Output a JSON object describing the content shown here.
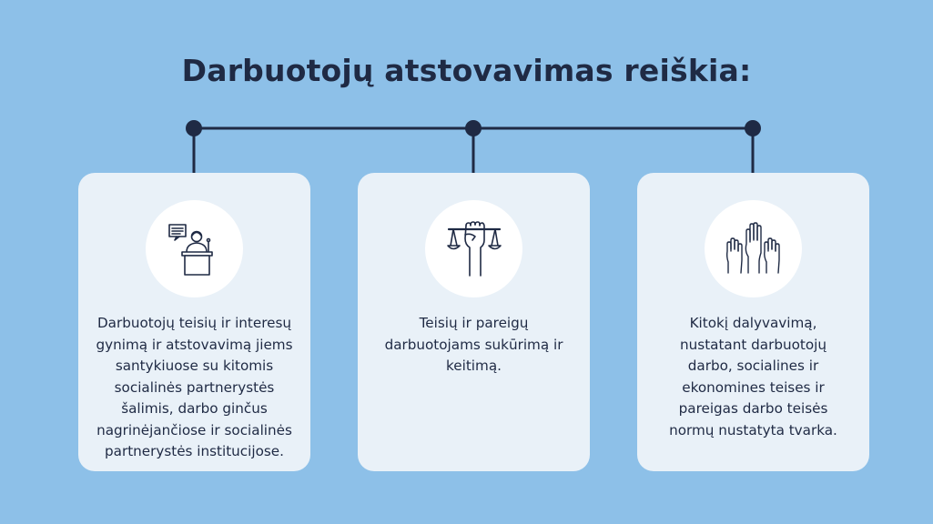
{
  "title": "Darbuotojų atstovavimas reiškia:",
  "colors": {
    "background": "#8dc0e8",
    "card": "#e9f1f8",
    "text": "#1f2a44",
    "connector": "#1f2a44"
  },
  "cards": [
    {
      "icon": "speaker-podium-icon",
      "text": "Darbuotojų teisių ir interesų gynimą ir atstovavimą jiems santykiuose su kitomis socialinės partnerystės šalimis, darbo ginčus nagrinėjančiose ir socialinės partnerystės institucijose."
    },
    {
      "icon": "fist-scales-icon",
      "text": "Teisių ir pareigų darbuotojams sukūrimą ir keitimą."
    },
    {
      "icon": "raised-hands-icon",
      "text": "Kitokį dalyvavimą, nustatant darbuotojų darbo, socialines ir ekonomines teises ir pareigas darbo teisės normų nustatyta tvarka."
    }
  ]
}
